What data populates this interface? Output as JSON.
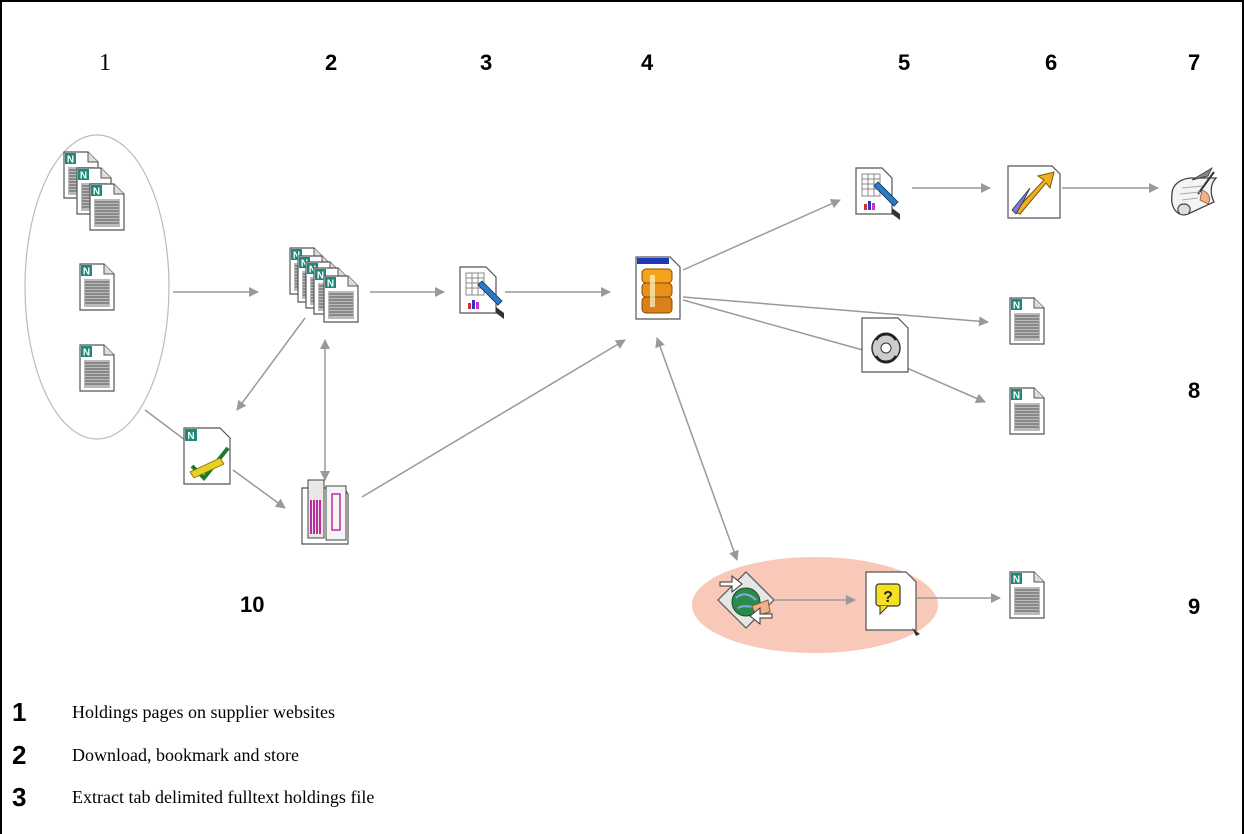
{
  "step_numbers": [
    "1",
    "2",
    "3",
    "4",
    "5",
    "6",
    "7",
    "8",
    "9",
    "10"
  ],
  "legend": [
    {
      "num": "1",
      "text": "Holdings pages on supplier websites"
    },
    {
      "num": "2",
      "text": "Download, bookmark and store"
    },
    {
      "num": "3",
      "text": "Extract tab delimited fulltext holdings file"
    }
  ],
  "icons": {
    "supplier_pages": "netscape-document-icon",
    "stored_pages": "document-stack-icon",
    "extract": "spreadsheet-extract-icon",
    "database": "database-document-icon",
    "export": "spreadsheet-export-icon",
    "upload": "upload-arrow-icon",
    "signoff": "scroll-quill-icon",
    "output_pages": "netscape-document-icon",
    "sync": "sync-document-icon",
    "bookmark": "bookmark-check-icon",
    "store": "library-store-icon",
    "web_query": "web-query-icon",
    "query": "query-document-icon",
    "result_page": "netscape-document-icon"
  },
  "colors": {
    "arrow": "#999999",
    "highlight": "#f8c8b8",
    "cluster_outline": "#bbbbbb",
    "netscape_badge": "#1a8a7a"
  }
}
